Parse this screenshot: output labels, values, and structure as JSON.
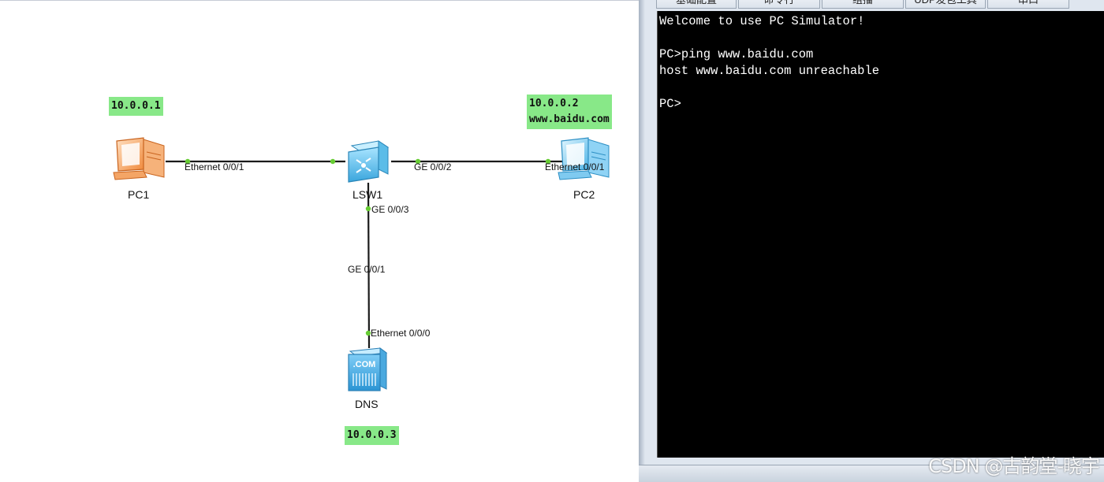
{
  "topology": {
    "ip_labels": {
      "pc1": "10.0.0.1",
      "pc2_ip": "10.0.0.2",
      "pc2_host": "www.baidu.com",
      "dns": "10.0.0.3"
    },
    "devices": {
      "pc1": "PC1",
      "pc2": "PC2",
      "lsw1": "LSW1",
      "dns": "DNS"
    },
    "device_icon_text": {
      "dns": ".COM"
    },
    "ports": {
      "pc1_eth": "Ethernet 0/0/1",
      "lsw_ge2": "GE 0/0/2",
      "pc2_eth": "Ethernet 0/0/1",
      "lsw_ge3": "GE 0/0/3",
      "dns_ge1": "GE 0/0/1",
      "dns_eth": "Ethernet 0/0/0"
    },
    "colors": {
      "ip_label_bg": "#88e888",
      "link": "#1a1a1a",
      "port_dot": "#66cc33"
    }
  },
  "simulator": {
    "tabs": [
      "基础配置",
      "命令行",
      "组播",
      "UDP发包工具",
      "串口"
    ],
    "terminal_lines": [
      "Welcome to use PC Simulator!",
      "",
      "PC>ping www.baidu.com",
      "host www.baidu.com unreachable",
      "",
      "PC>"
    ],
    "colors": {
      "terminal_bg": "#000000",
      "terminal_fg": "#ffffff"
    }
  },
  "watermark": "CSDN @古韵堂-晓宇"
}
